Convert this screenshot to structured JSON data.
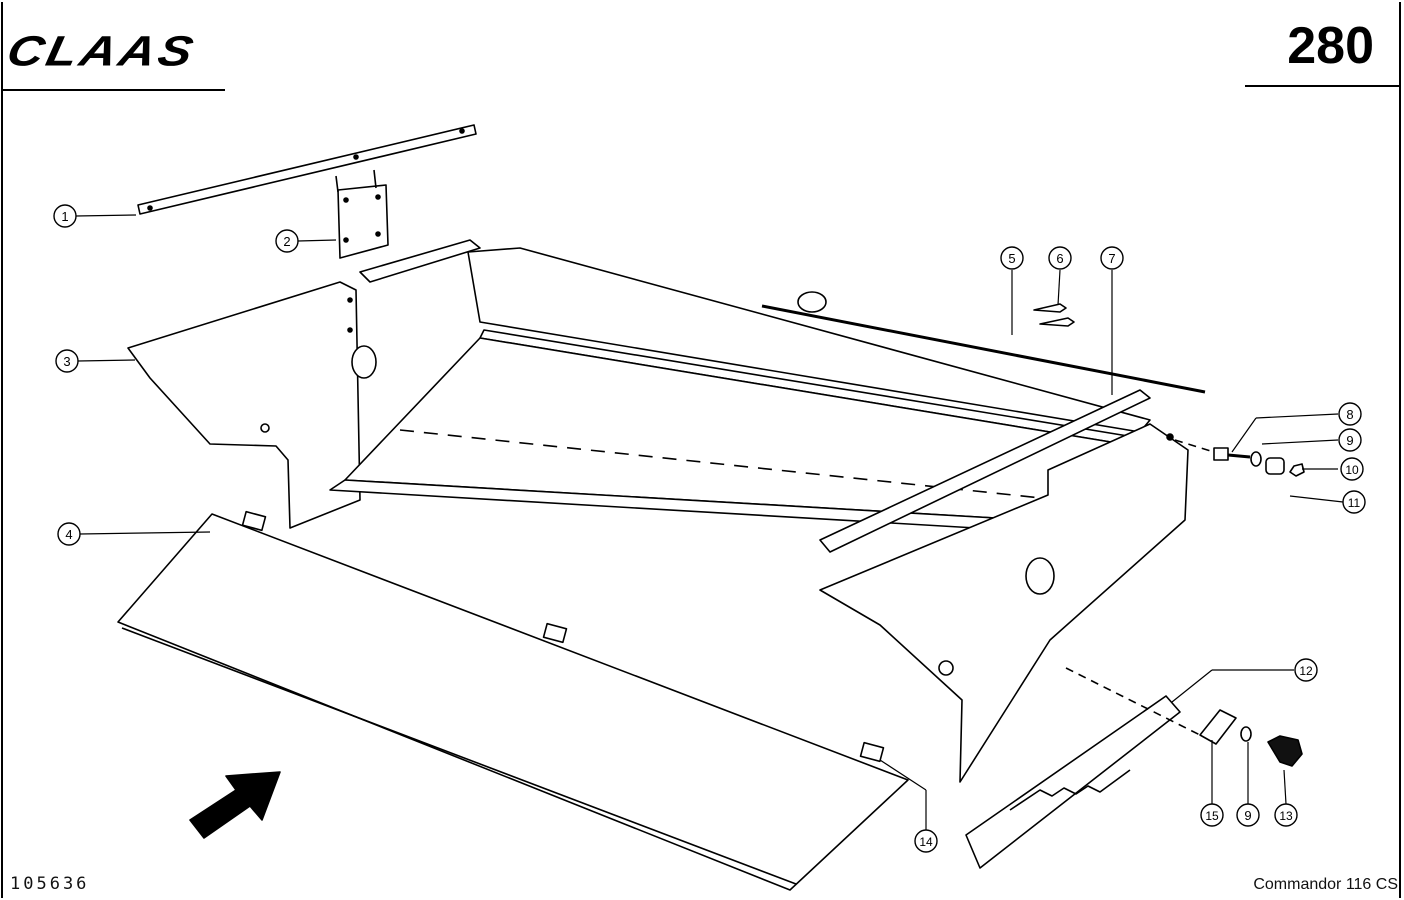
{
  "header": {
    "brand": "CLAAS",
    "page_number": "280"
  },
  "footer": {
    "drawing_number": "105636",
    "model": "Commandor 116 CS"
  },
  "callouts": [
    "1",
    "2",
    "3",
    "4",
    "5",
    "6",
    "7",
    "8",
    "9",
    "10",
    "11",
    "12",
    "13",
    "14",
    "15",
    "9"
  ]
}
